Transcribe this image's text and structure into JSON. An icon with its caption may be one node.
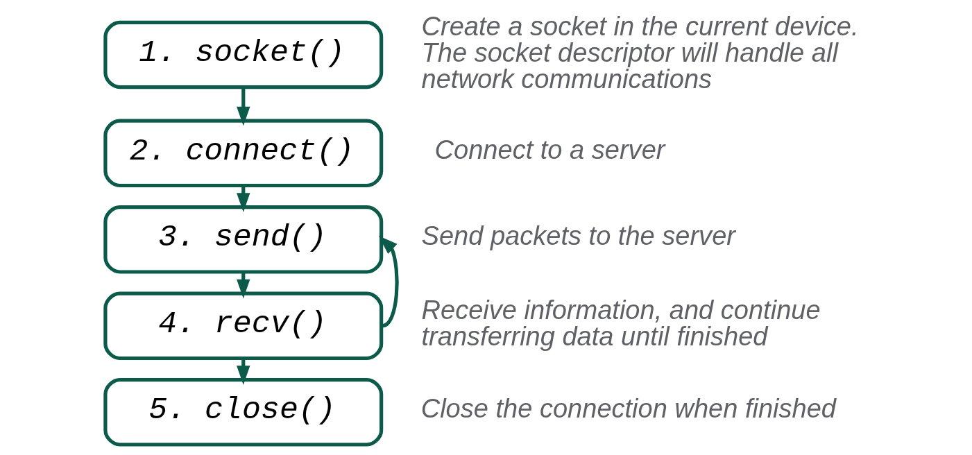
{
  "diagram": {
    "nodes": [
      {
        "text": [
          "1. socket()"
        ],
        "beside": [
          "Create a socket in the current device.  The socket descriptor will handle all network communications"
        ]
      },
      {
        "text": [
          "2. connect()"
        ],
        "beside": [
          "Connect to a server"
        ]
      },
      {
        "text": [
          "3. send()"
        ],
        "beside": [
          "Send packets to the server"
        ]
      },
      {
        "text": [
          "4. recv()"
        ],
        "beside": [
          "Receive information, and continue transferring data until finished"
        ]
      },
      {
        "text": [
          "5. close()"
        ],
        "beside": [
          "Close the connection when finished"
        ]
      }
    ],
    "edges": [
      {
        "from": 0,
        "to": 1,
        "arrow": "to"
      },
      {
        "from": 1,
        "to": 2,
        "arrow": "to"
      },
      {
        "from": 2,
        "to": 3,
        "arrow": "to"
      },
      {
        "from": 3,
        "to": 4,
        "arrow": "to"
      },
      {
        "from": 3,
        "to": 2,
        "arrow": "to"
      }
    ]
  }
}
